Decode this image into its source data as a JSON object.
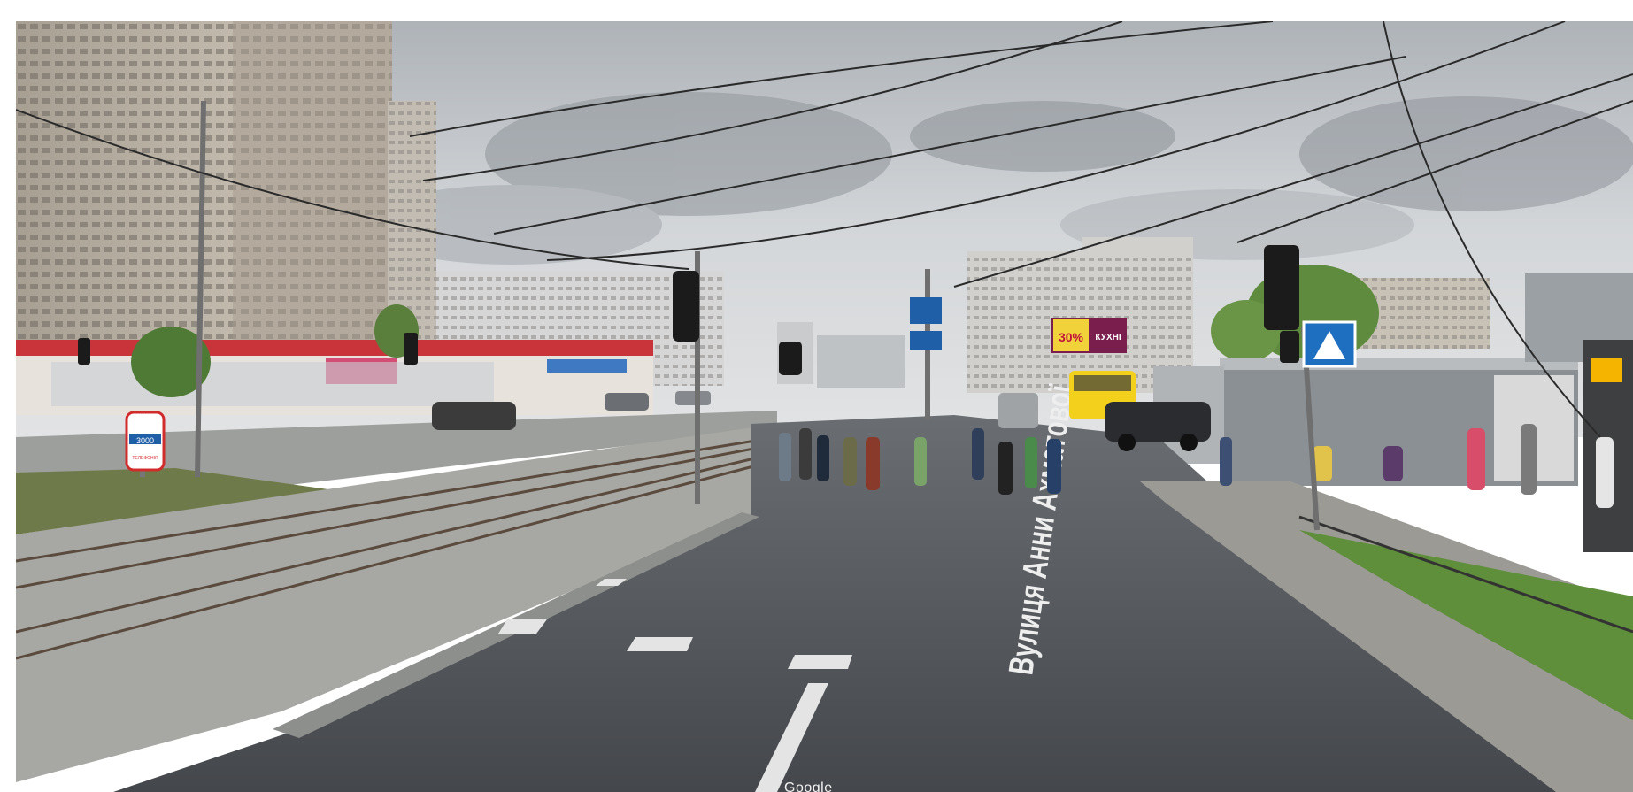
{
  "scene": {
    "road_marking_text": "Вулиця Анни Ахматової",
    "shop_sign": {
      "discount": "30%",
      "text": "КУХНІ"
    },
    "stop_sign": {
      "line1": "3000",
      "line2": "ТЕЛЕФОНІЯ"
    },
    "watermark": "Google"
  },
  "colors": {
    "sky": "#c9cdd1",
    "road": "#505459",
    "building": "#b7afa4",
    "bus": "#f2d01c",
    "sign_blue": "#1f5fa8",
    "grass": "#5c8a36"
  }
}
